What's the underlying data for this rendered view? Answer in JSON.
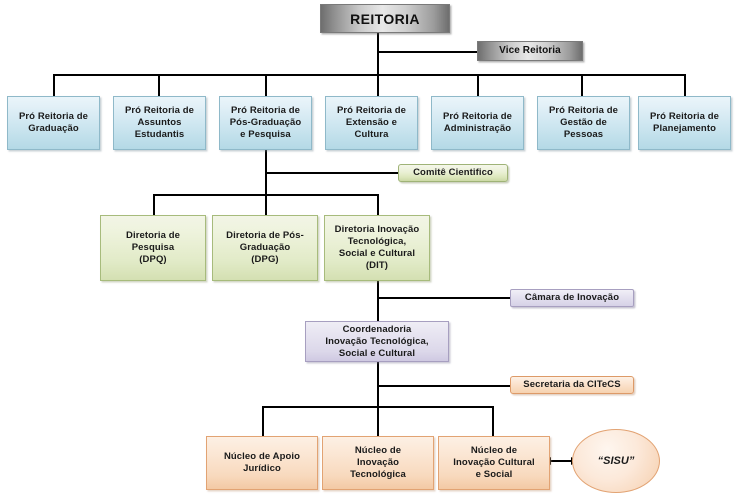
{
  "chart_data": {
    "type": "diagram",
    "title": "Organograma REITORIA",
    "nodes": [
      {
        "id": "reitoria",
        "label": "REITORIA",
        "level": 0,
        "color": "#8f8f8f"
      },
      {
        "id": "vice",
        "label": "Vice Reitoria",
        "level": 1,
        "color": "#8f8f8f"
      },
      {
        "id": "pr1",
        "label": "Pró Reitoria de Graduação",
        "level": 2,
        "color": "#cde6f0"
      },
      {
        "id": "pr2",
        "label": "Pró Reitoria de Assuntos Estudantis",
        "level": 2,
        "color": "#cde6f0"
      },
      {
        "id": "pr3",
        "label": "Pró Reitoria de Pós-Graduação e Pesquisa",
        "level": 2,
        "color": "#cde6f0"
      },
      {
        "id": "pr4",
        "label": "Pró Reitoria de Extensão e Cultura",
        "level": 2,
        "color": "#cde6f0"
      },
      {
        "id": "pr5",
        "label": "Pró Reitoria de Administração",
        "level": 2,
        "color": "#cde6f0"
      },
      {
        "id": "pr6",
        "label": "Pró Reitoria de Gestão de Pessoas",
        "level": 2,
        "color": "#cde6f0"
      },
      {
        "id": "pr7",
        "label": "Pró Reitoria de Planejamento",
        "level": 2,
        "color": "#cde6f0"
      },
      {
        "id": "comite",
        "label": "Comitê Cientifico",
        "level": 3,
        "color": "#e2ebc8"
      },
      {
        "id": "dpq",
        "label": "Diretoria de Pesquisa (DPQ)",
        "level": 3,
        "color": "#e2ebc8"
      },
      {
        "id": "dpg",
        "label": "Diretoria de Pós-Graduação (DPG)",
        "level": 3,
        "color": "#e2ebc8"
      },
      {
        "id": "dit",
        "label": "Diretoria Inovação Tecnológica, Social e Cultural (DIT)",
        "level": 3,
        "color": "#e2ebc8"
      },
      {
        "id": "camara",
        "label": "Câmara de Inovação",
        "level": 4,
        "color": "#dcd8ea"
      },
      {
        "id": "coord",
        "label": "Coordenadoria Inovação Tecnológica, Social e Cultural",
        "level": 4,
        "color": "#dcd8ea"
      },
      {
        "id": "secretaria",
        "label": "Secretaria da CITeCS",
        "level": 5,
        "color": "#f8d9bd"
      },
      {
        "id": "nuc1",
        "label": "Núcleo de Apoio Jurídico",
        "level": 6,
        "color": "#f8d9bd"
      },
      {
        "id": "nuc2",
        "label": "Núcleo de Inovação Tecnológica",
        "level": 6,
        "color": "#f8d9bd"
      },
      {
        "id": "nuc3",
        "label": "Núcleo de Inovação Cultural e Social",
        "level": 6,
        "color": "#f8d9bd"
      },
      {
        "id": "sisu",
        "label": "“SISU”",
        "level": 6,
        "color": "#f8d8bd",
        "shape": "ellipse"
      }
    ],
    "edges": [
      {
        "from": "reitoria",
        "to": "vice"
      },
      {
        "from": "reitoria",
        "to": "pr1"
      },
      {
        "from": "reitoria",
        "to": "pr2"
      },
      {
        "from": "reitoria",
        "to": "pr3"
      },
      {
        "from": "reitoria",
        "to": "pr4"
      },
      {
        "from": "reitoria",
        "to": "pr5"
      },
      {
        "from": "reitoria",
        "to": "pr6"
      },
      {
        "from": "reitoria",
        "to": "pr7"
      },
      {
        "from": "pr3",
        "to": "comite"
      },
      {
        "from": "pr3",
        "to": "dpq"
      },
      {
        "from": "pr3",
        "to": "dpg"
      },
      {
        "from": "pr3",
        "to": "dit"
      },
      {
        "from": "dit",
        "to": "camara"
      },
      {
        "from": "dit",
        "to": "coord"
      },
      {
        "from": "coord",
        "to": "secretaria"
      },
      {
        "from": "coord",
        "to": "nuc1"
      },
      {
        "from": "coord",
        "to": "nuc2"
      },
      {
        "from": "coord",
        "to": "nuc3"
      },
      {
        "from": "nuc3",
        "to": "sisu",
        "style": "double-arrow"
      }
    ]
  },
  "top": {
    "reitoria": "REITORIA",
    "vice_reitoria": "Vice Reitoria"
  },
  "pro_reitorias": [
    {
      "line1": "Pró Reitoria de",
      "line2": "Graduação",
      "line3": ""
    },
    {
      "line1": "Pró Reitoria de",
      "line2": "Assuntos",
      "line3": "Estudantis"
    },
    {
      "line1": "Pró Reitoria de",
      "line2": "Pós-Graduação",
      "line3": "e Pesquisa"
    },
    {
      "line1": "Pró Reitoria de",
      "line2": "Extensão e",
      "line3": "Cultura"
    },
    {
      "line1": "Pró Reitoria de",
      "line2": "Administração",
      "line3": ""
    },
    {
      "line1": "Pró Reitoria de",
      "line2": "Gestão de",
      "line3": "Pessoas"
    },
    {
      "line1": "Pró Reitoria de",
      "line2": "Planejamento",
      "line3": ""
    }
  ],
  "comite": {
    "label": "Comitê Cientifico"
  },
  "diretorias": [
    {
      "line1": "Diretoria de",
      "line2": "Pesquisa",
      "line3": "(DPQ)",
      "line4": ""
    },
    {
      "line1": "Diretoria de Pós-",
      "line2": "Graduação",
      "line3": "(DPG)",
      "line4": ""
    },
    {
      "line1": "Diretoria Inovação",
      "line2": "Tecnológica,",
      "line3": "Social e Cultural",
      "line4": "(DIT)"
    }
  ],
  "camara": {
    "label": "Câmara de Inovação"
  },
  "coordenadoria": {
    "line1": "Coordenadoria",
    "line2": "Inovação Tecnológica,",
    "line3": "Social e Cultural"
  },
  "secretaria": {
    "label": "Secretaria da CITeCS"
  },
  "nucleos": [
    {
      "line1": "Núcleo de Apoio",
      "line2": "Jurídico",
      "line3": ""
    },
    {
      "line1": "Núcleo de",
      "line2": "Inovação",
      "line3": "Tecnológica"
    },
    {
      "line1": "Núcleo de",
      "line2": "Inovação Cultural",
      "line3": "e Social"
    }
  ],
  "sisu": {
    "label": "“SISU”"
  }
}
